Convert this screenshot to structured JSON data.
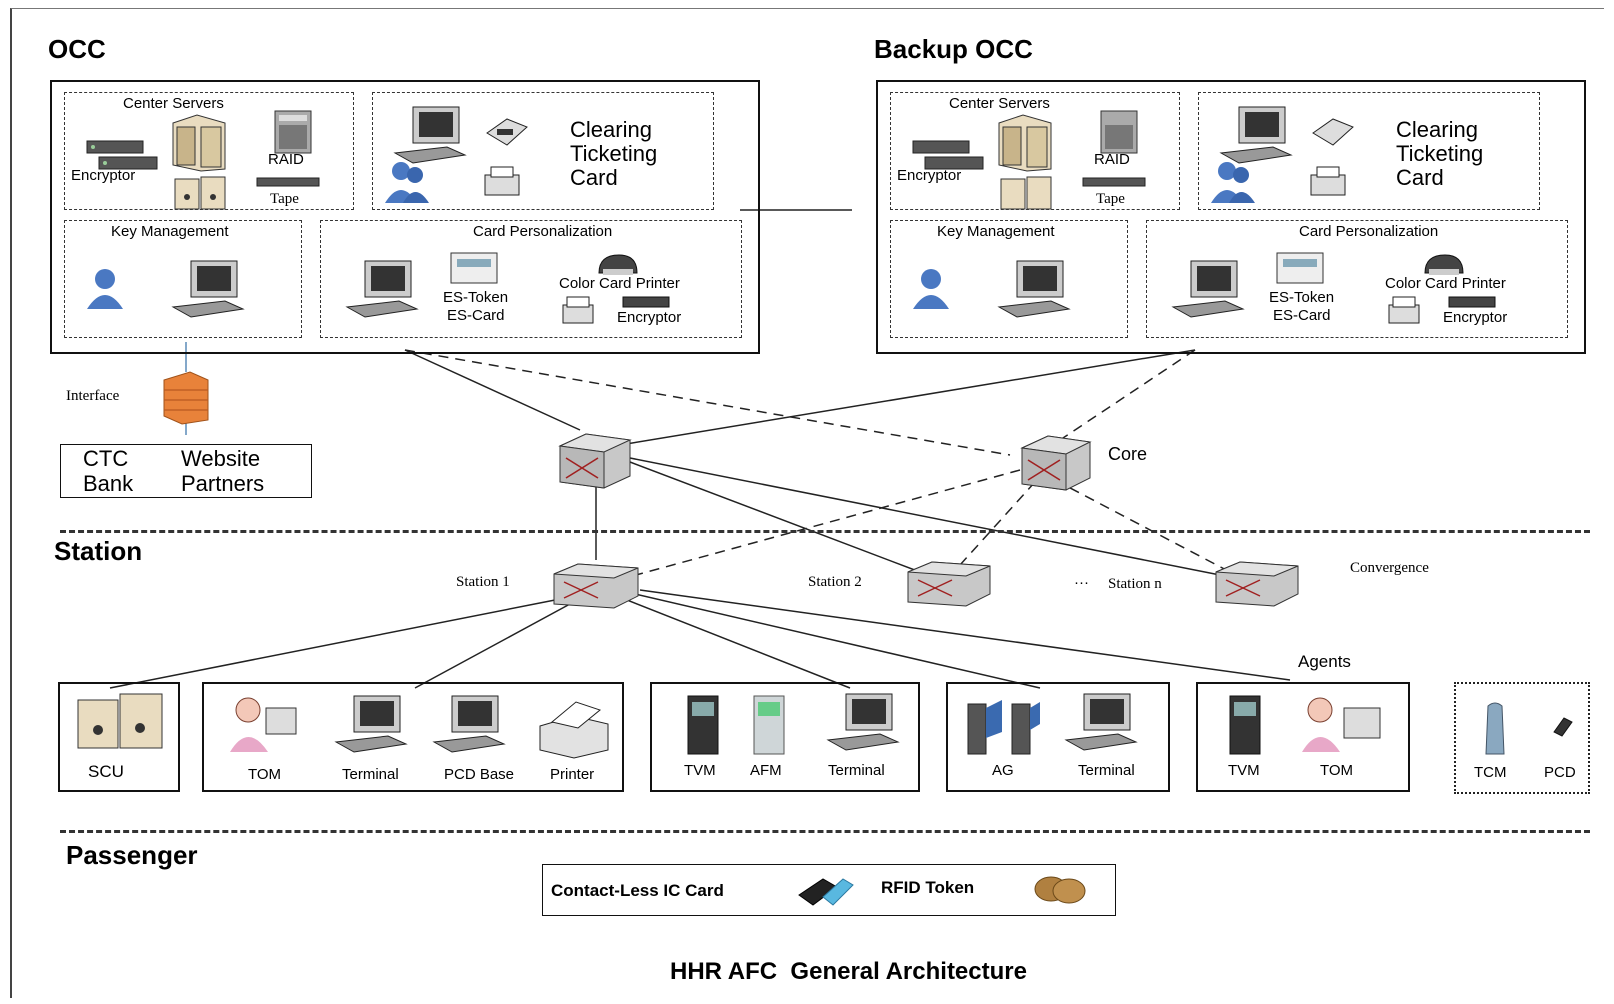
{
  "layers": {
    "occ": "OCC",
    "backup_occ": "Backup OCC",
    "station": "Station",
    "passenger": "Passenger"
  },
  "occ_panel": {
    "center_servers": "Center Servers",
    "encryptor": "Encryptor",
    "raid": "RAID",
    "tape": "Tape",
    "clearing": "Clearing",
    "ticketing": "Ticketing",
    "card": "Card",
    "key_management": "Key Management",
    "card_personalization": "Card Personalization",
    "es_token": "ES-Token",
    "es_card": "ES-Card",
    "color_card_printer": "Color Card Printer",
    "encryptor2": "Encryptor"
  },
  "interface": {
    "label": "Interface",
    "ctc": "CTC",
    "website": "Website",
    "bank": "Bank",
    "partners": "Partners"
  },
  "network": {
    "core": "Core",
    "station1": "Station 1",
    "station2": "Station 2",
    "ellipsis": "···",
    "station_n": "Station n",
    "convergence": "Convergence",
    "agents": "Agents"
  },
  "devices": {
    "scu": "SCU",
    "tom": "TOM",
    "terminal": "Terminal",
    "pcd_base": "PCD Base",
    "printer": "Printer",
    "tvm": "TVM",
    "afm": "AFM",
    "ag": "AG",
    "tcm": "TCM",
    "pcd": "PCD"
  },
  "passenger_media": {
    "ic_card": "Contact-Less IC Card",
    "rfid": "RFID Token"
  },
  "caption": "HHR AFC  General Architecture",
  "colors": {
    "firewall": "#e8823a",
    "switch": "#c8c8c8",
    "user": "#4a78c2"
  }
}
